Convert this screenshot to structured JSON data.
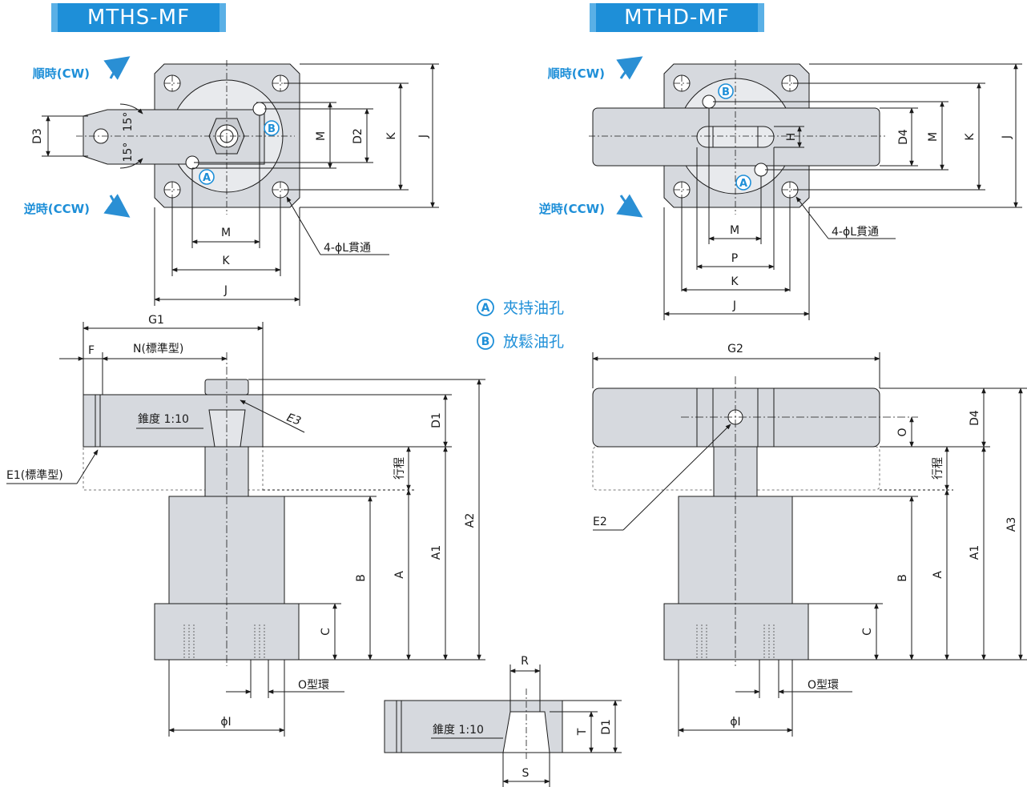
{
  "titles": {
    "left": "MTHS-MF",
    "right": "MTHD-MF"
  },
  "rotation": {
    "cw": "順時(CW)",
    "ccw": "逆時(CCW)",
    "angle": "15°"
  },
  "ports": {
    "a_mark": "A",
    "b_mark": "B",
    "a_desc": "夾持油孔",
    "b_desc": "放鬆油孔"
  },
  "hole_note": "4-ϕL貫通",
  "dims": {
    "D1": "D1",
    "D2": "D2",
    "D3": "D3",
    "D4": "D4",
    "M": "M",
    "K": "K",
    "J": "J",
    "H": "H",
    "P": "P",
    "A": "A",
    "A1": "A1",
    "A2": "A2",
    "A3": "A3",
    "B": "B",
    "C": "C",
    "G1": "G1",
    "G2": "G2",
    "F": "F",
    "N": "N(標準型)",
    "E1": "E1(標準型)",
    "E2": "E2",
    "E3": "E3",
    "O": "O",
    "stroke": "行程",
    "taper": "錐度 1:10",
    "oring": "O型環",
    "phiI": "ϕI",
    "R": "R",
    "S": "S",
    "T": "T"
  },
  "colors": {
    "accent": "#1e8fd8",
    "body_fill": "#d6d9de",
    "line": "#1a1a1a"
  }
}
